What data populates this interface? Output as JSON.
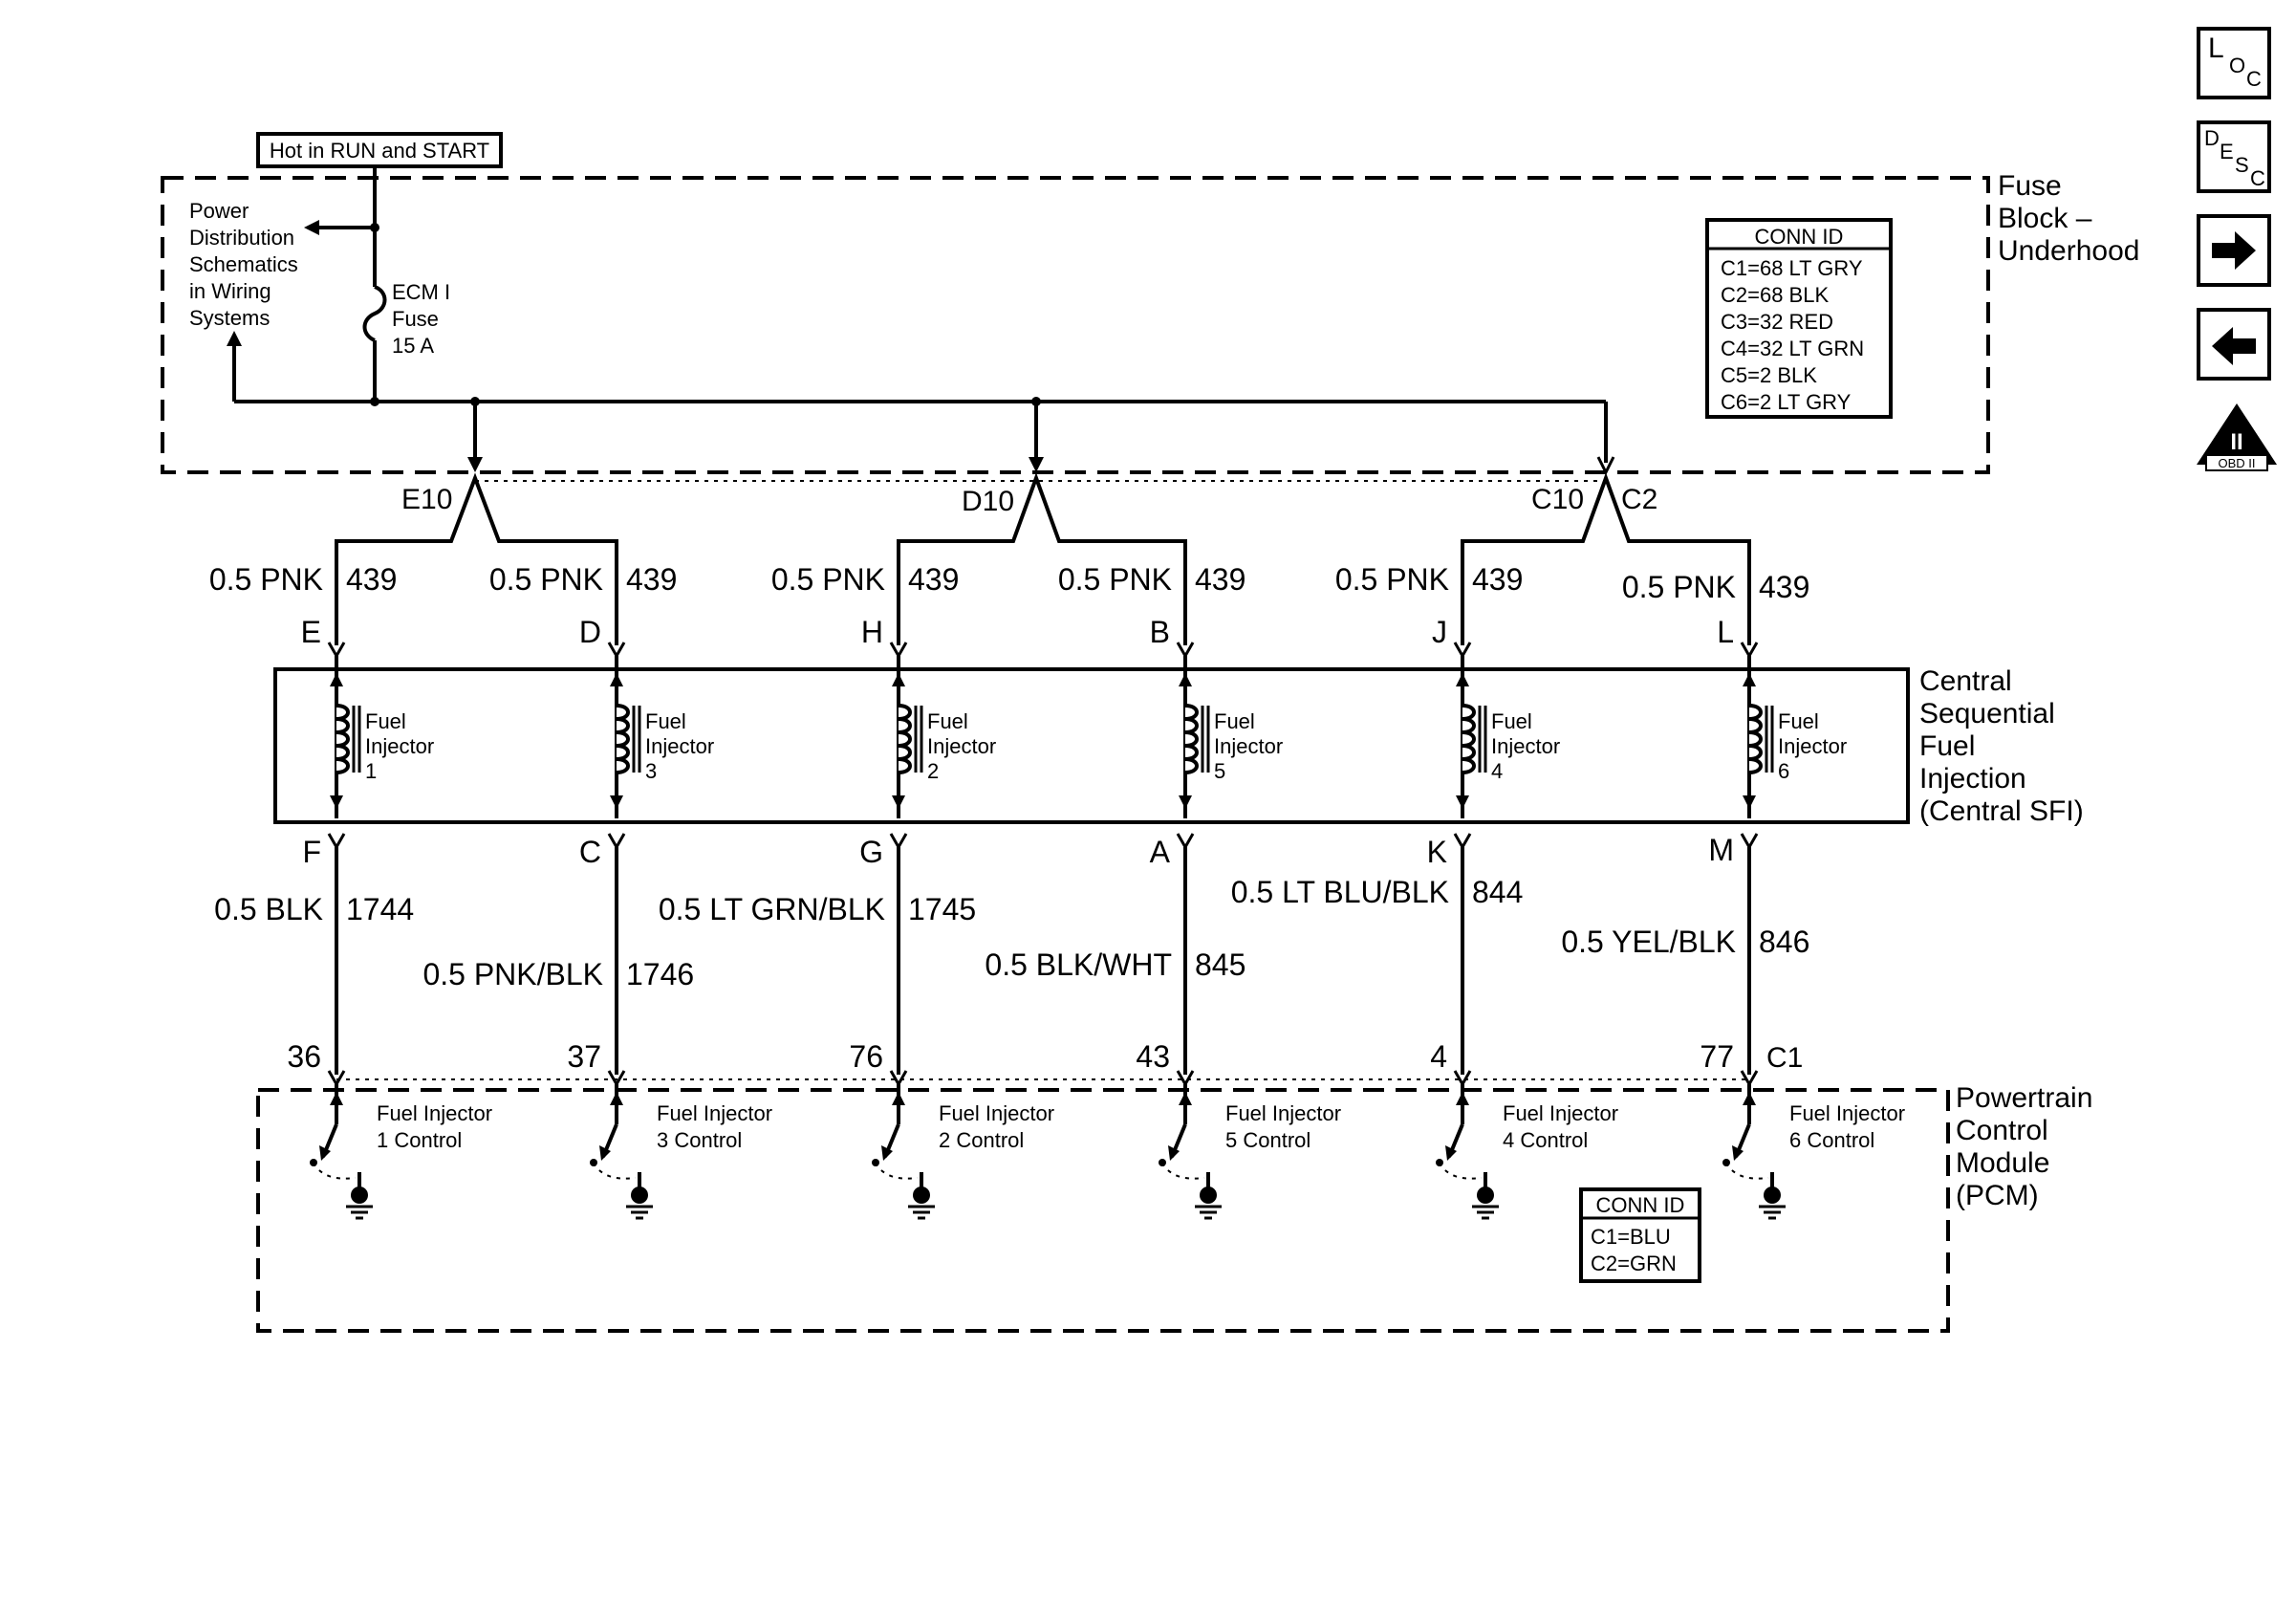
{
  "power": {
    "hot_label": "Hot in RUN and START",
    "ref_lines": [
      "Power",
      "Distribution",
      "Schematics",
      "in Wiring",
      "Systems"
    ],
    "fuse_lines": [
      "ECM I",
      "Fuse",
      "15 A"
    ]
  },
  "fuse_block": {
    "label_lines": [
      "Fuse",
      "Block –",
      "Underhood"
    ],
    "conn_id": {
      "title": "CONN ID",
      "rows": [
        "C1=68 LT GRY",
        "C2=68 BLK",
        "C3=32 RED",
        "C4=32 LT GRN",
        "C5=2 BLK",
        "C6=2 LT GRY"
      ]
    },
    "connectors": [
      "E10",
      "D10",
      "C10",
      "C2"
    ]
  },
  "sfi": {
    "label_lines": [
      "Central",
      "Sequential",
      "Fuel",
      "Injection",
      "(Central SFI)"
    ]
  },
  "pcm": {
    "label_lines": [
      "Powertrain",
      "Control",
      "Module",
      "(PCM)"
    ],
    "connector": "C1",
    "conn_id": {
      "title": "CONN ID",
      "rows": [
        "C1=BLU",
        "C2=GRN"
      ]
    }
  },
  "injectors": [
    {
      "supply_wire": "0.5 PNK",
      "supply_circuit": "439",
      "top_pin": "E",
      "name_lines": [
        "Fuel",
        "Injector",
        "1"
      ],
      "bottom_pin": "F",
      "ctrl_wire": "0.5 BLK",
      "ctrl_circuit": "1744",
      "pcm_pin": "36",
      "pcm_label_lines": [
        "Fuel Injector",
        "1 Control"
      ]
    },
    {
      "supply_wire": "0.5 PNK",
      "supply_circuit": "439",
      "top_pin": "D",
      "name_lines": [
        "Fuel",
        "Injector",
        "3"
      ],
      "bottom_pin": "C",
      "ctrl_wire": "0.5 PNK/BLK",
      "ctrl_circuit": "1746",
      "pcm_pin": "37",
      "pcm_label_lines": [
        "Fuel Injector",
        "3 Control"
      ]
    },
    {
      "supply_wire": "0.5 PNK",
      "supply_circuit": "439",
      "top_pin": "H",
      "name_lines": [
        "Fuel",
        "Injector",
        "2"
      ],
      "bottom_pin": "G",
      "ctrl_wire": "0.5 LT GRN/BLK",
      "ctrl_circuit": "1745",
      "pcm_pin": "76",
      "pcm_label_lines": [
        "Fuel Injector",
        "2 Control"
      ]
    },
    {
      "supply_wire": "0.5 PNK",
      "supply_circuit": "439",
      "top_pin": "B",
      "name_lines": [
        "Fuel",
        "Injector",
        "5"
      ],
      "bottom_pin": "A",
      "ctrl_wire": "0.5 BLK/WHT",
      "ctrl_circuit": "845",
      "pcm_pin": "43",
      "pcm_label_lines": [
        "Fuel Injector",
        "5 Control"
      ]
    },
    {
      "supply_wire": "0.5 PNK",
      "supply_circuit": "439",
      "top_pin": "J",
      "name_lines": [
        "Fuel",
        "Injector",
        "4"
      ],
      "bottom_pin": "K",
      "ctrl_wire": "0.5 LT BLU/BLK",
      "ctrl_circuit": "844",
      "pcm_pin": "4",
      "pcm_label_lines": [
        "Fuel Injector",
        "4 Control"
      ]
    },
    {
      "supply_wire": "0.5 PNK",
      "supply_circuit": "439",
      "top_pin": "L",
      "name_lines": [
        "Fuel",
        "Injector",
        "6"
      ],
      "bottom_pin": "M",
      "ctrl_wire": "0.5 YEL/BLK",
      "ctrl_circuit": "846",
      "pcm_pin": "77",
      "pcm_label_lines": [
        "Fuel Injector",
        "6 Control"
      ]
    }
  ],
  "nav": {
    "loc": {
      "l": "L",
      "o": "O",
      "c": "C"
    },
    "desc": {
      "d": "D",
      "e": "E",
      "s": "S",
      "c": "C"
    },
    "obd_numeral": "II",
    "obd_label": "OBD II"
  }
}
